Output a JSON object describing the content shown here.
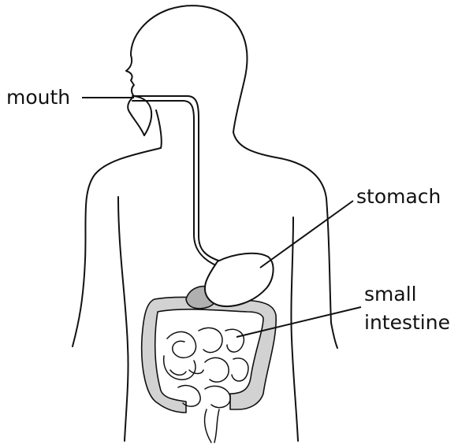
{
  "labels": {
    "mouth": "mouth",
    "stomach": "stomach",
    "small_intestine_line1": "small",
    "small_intestine_line2": "intestine"
  },
  "colors": {
    "line": "#111111",
    "background": "#ffffff",
    "colon_fill": "#d2d2d2",
    "pancreas_fill": "#b0b0b0"
  }
}
